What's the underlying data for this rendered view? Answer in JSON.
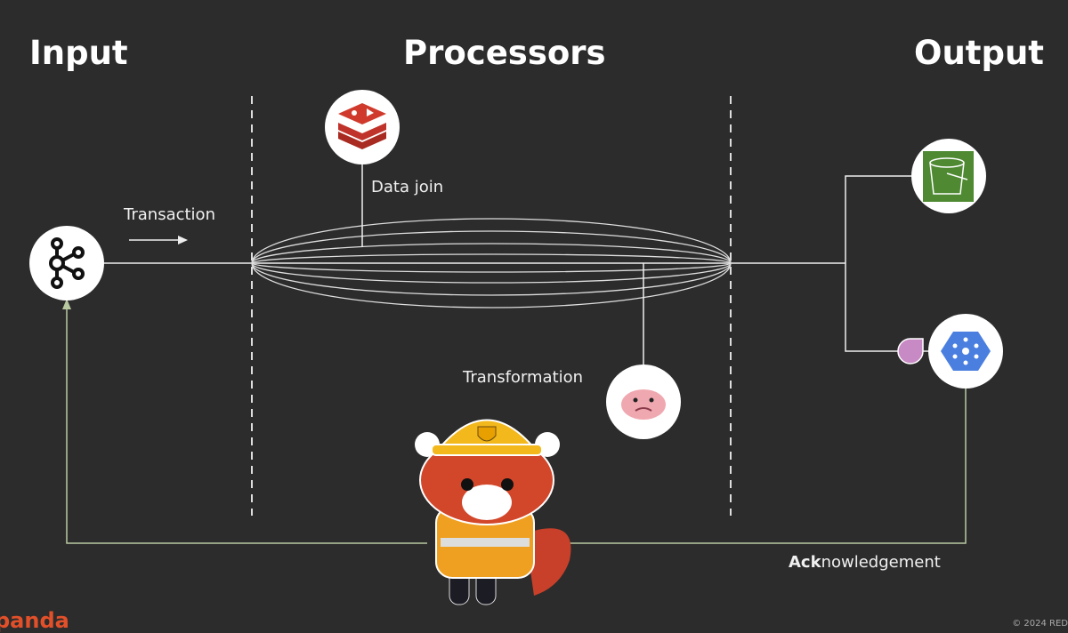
{
  "headings": {
    "input": "Input",
    "processors": "Processors",
    "output": "Output"
  },
  "labels": {
    "transaction": "Transaction",
    "data_join": "Data join",
    "transformation": "Transformation",
    "ack_bold": "Ack",
    "ack_rest": "nowledgement"
  },
  "footer": {
    "brand": "panda",
    "copyright": "© 2024 RED"
  },
  "colors": {
    "background": "#2c2c2c",
    "ack_line": "#b8c9a0",
    "redis": "#d03a2c",
    "bucket": "#4f8a33",
    "pubsub": "#4a7fe0",
    "brand": "#e2502a"
  },
  "icons": [
    "kafka-icon",
    "redis-icon",
    "s3-bucket-icon",
    "pubsub-icon",
    "blobfish-icon",
    "red-panda-mascot"
  ]
}
